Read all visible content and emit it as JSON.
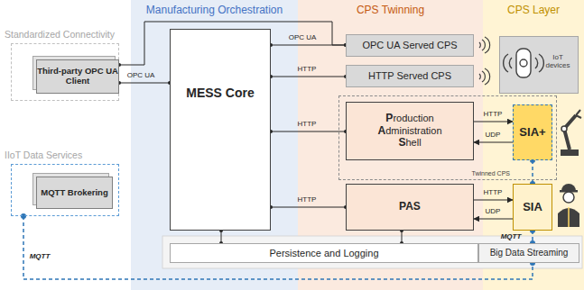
{
  "diagram": {
    "nodes": [
      {
        "text": [
          "Manufacturing Orchestration"
        ]
      },
      {
        "text": [
          "CPS Twinning"
        ]
      },
      {
        "text": [
          "CPS Layer"
        ]
      },
      {
        "text": [
          "Standardized Connectivity"
        ]
      },
      {
        "text": [
          "Third-party OPC UA Client"
        ],
        "in": 3
      },
      {
        "text": [
          "IIoT Data Services"
        ]
      },
      {
        "text": [
          "MQTT Brokering"
        ],
        "in": 5
      },
      {
        "text": [
          "MESS Core"
        ],
        "in": 0
      },
      {
        "text": [
          "OPC UA Served CPS"
        ],
        "in": 1
      },
      {
        "text": [
          "HTTP Served CPS"
        ],
        "in": 1
      },
      {
        "text": [
          "Twinned CPS"
        ]
      },
      {
        "text": [
          "Production Administration Shell"
        ],
        "in": 10
      },
      {
        "text": [
          "SIA+"
        ],
        "in": 10
      },
      {
        "text": [
          "PAS"
        ],
        "in": 1
      },
      {
        "text": [
          "SIA"
        ],
        "in": 2
      },
      {
        "text": [
          "IoT devices"
        ],
        "in": 2
      },
      {
        "text": [
          "Persistence and Logging"
        ]
      },
      {
        "text": [
          "Big Data Streaming"
        ]
      }
    ],
    "edges": [
      {
        "from": 4,
        "to": 7,
        "label": "OPC UA",
        "arrow": "none"
      },
      {
        "from": 4,
        "to": 8,
        "arrow": "none"
      },
      {
        "from": 7,
        "to": 8,
        "label": "OPC UA",
        "arrow": "none"
      },
      {
        "from": 7,
        "to": 9,
        "label": "HTTP",
        "arrow": "none"
      },
      {
        "from": 7,
        "to": 11,
        "label": "HTTP",
        "arrow": "none"
      },
      {
        "from": 7,
        "to": 13,
        "label": "HTTP",
        "arrow": "none"
      },
      {
        "from": 11,
        "to": 12,
        "label": "HTTP",
        "arrow": "to"
      },
      {
        "from": 12,
        "to": 11,
        "label": "UDP",
        "arrow": "to"
      },
      {
        "from": 13,
        "to": 14,
        "label": "HTTP",
        "arrow": "to"
      },
      {
        "from": 14,
        "to": 13,
        "label": "UDP",
        "arrow": "to"
      },
      {
        "from": 7,
        "to": 16,
        "arrow": "none"
      },
      {
        "from": 13,
        "to": 16,
        "arrow": "none"
      },
      {
        "from": 12,
        "to": 14,
        "arrow": "none"
      },
      {
        "from": 14,
        "to": 17,
        "label": "MQTT",
        "arrow": "none"
      },
      {
        "from": 5,
        "to": 17,
        "label": "MQTT",
        "arrow": "none"
      }
    ]
  }
}
